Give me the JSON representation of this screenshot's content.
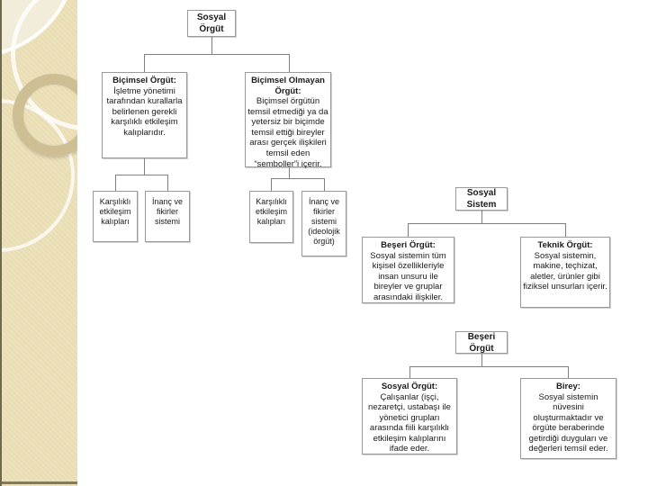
{
  "slide": {
    "colors": {
      "background": "#ffffff",
      "sidebar": "#e9dcb2",
      "sidebar_rule": "#6e6850",
      "tan_ring": "#cdbf93",
      "box_border": "#9a9a9a",
      "connector": "#7f7f7f"
    }
  },
  "diagrams": [
    {
      "id": "sosyal-orgut",
      "root": "Sosyal Örgüt",
      "children": [
        {
          "title": "Biçimsel Örgüt:",
          "body": "İşletme yönetimi tarafından kurallarla belirlenen gerekli karşılıklı etkileşim kalıplarıdır.",
          "children": [
            "Karşılıklı etkileşim kalıpları",
            "İnanç ve fikirler sistemi"
          ]
        },
        {
          "title": "Biçimsel Olmayan Örgüt:",
          "body": "Biçimsel örgütün temsil etmediği ya da yetersiz bir biçimde temsil ettiği bireyler arası gerçek ilişkileri temsil eden “semboller”i içerir.",
          "children": [
            "Karşılıklı etkileşim kalıpları",
            "İnanç ve fikirler sistemi (ideolojik örgüt)"
          ]
        }
      ]
    },
    {
      "id": "sosyal-sistem",
      "root": "Sosyal Sistem",
      "children": [
        {
          "title": "Beşeri Örgüt:",
          "body": "Sosyal sistemin tüm kişisel özellikleriyle insan unsuru ile bireyler ve gruplar arasındaki ilişkiler."
        },
        {
          "title": "Teknik Örgüt:",
          "body": "Sosyal sistemin, makine, teçhizat, aletler, ürünler gibi fiziksel unsurları içerir."
        }
      ]
    },
    {
      "id": "beseri-orgut",
      "root": "Beşeri Örgüt",
      "children": [
        {
          "title": "Sosyal Örgüt:",
          "body": "Çalışanlar (işçi, nezaretçi, ustabaşı ile yönetici grupları arasında fiili karşılıklı etkileşim kalıplarını ifade eder."
        },
        {
          "title": "Birey:",
          "body": "Sosyal sistemin nüvesini oluşturmaktadır ve örgüte beraberinde getirdiği duyguları ve değerleri temsil eder."
        }
      ]
    }
  ]
}
